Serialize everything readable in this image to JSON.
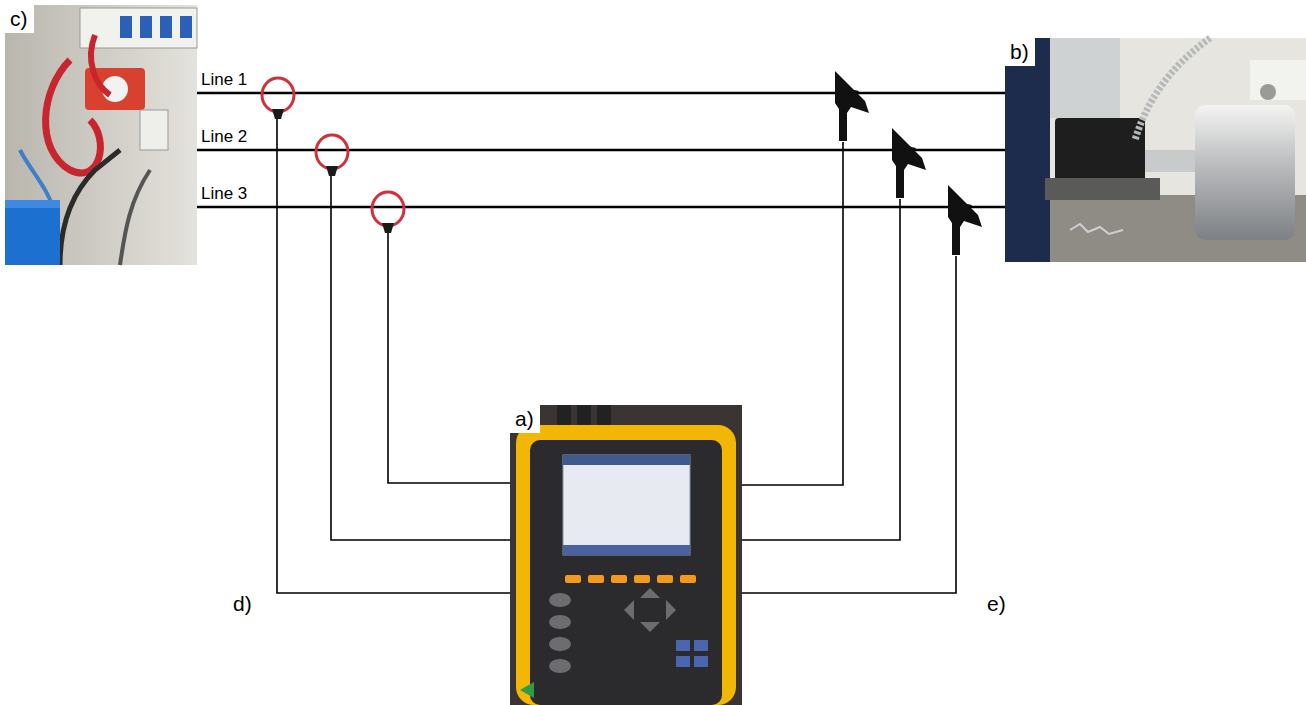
{
  "diagram": {
    "nodes": [
      {
        "text": [
          "c)"
        ]
      },
      {
        "text": [
          "b)"
        ]
      },
      {
        "text": [
          "a)"
        ]
      }
    ],
    "edges": [
      {
        "from": 0,
        "to": 1,
        "arrow": "none",
        "label": "Line 1"
      },
      {
        "from": 0,
        "to": 1,
        "arrow": "none",
        "label": "Line 2"
      },
      {
        "from": 0,
        "to": 1,
        "arrow": "none",
        "label": "Line 3"
      }
    ],
    "labels": [
      "d)",
      "e)"
    ]
  }
}
